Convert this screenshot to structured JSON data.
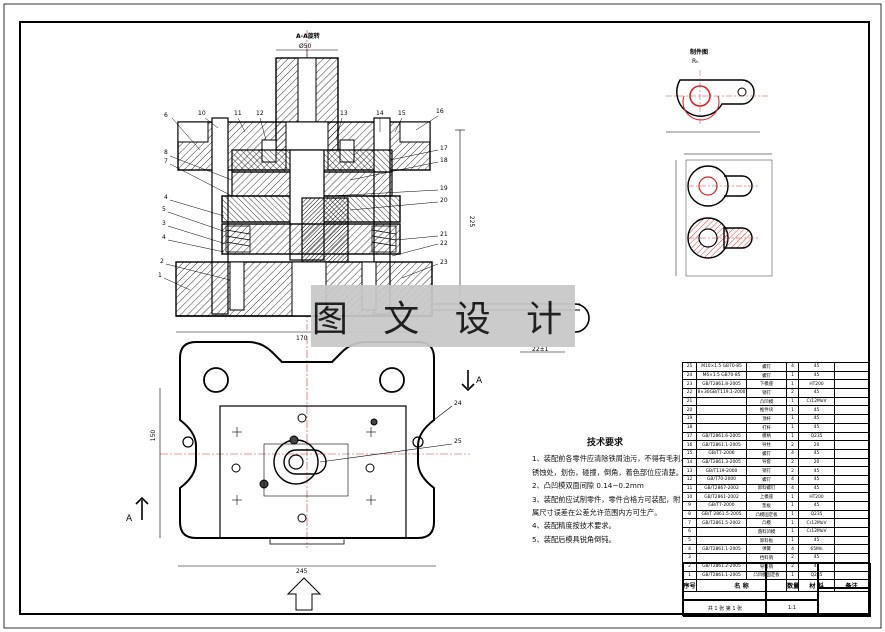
{
  "watermark": "图 文 设 计",
  "section_label": "A-A旋转",
  "view_arrow_label": "A",
  "blank_view": {
    "title": "制件图",
    "subtitle": "Rₕ"
  },
  "tech": {
    "title": "技术要求",
    "items": [
      "1、装配前各零件应清除铁屑油污，不得有毛刺、",
      "  锈蚀处，划伤，碰撞，倒角，着色部位应清楚。",
      "2、凸凹模双面间隙  0.14~0.2mm",
      "3、装配前应试制零件，零件合格方可装配，附",
      "  属尺寸误差在公差允许范围内方可生产。",
      "4、装配精度按技术要求。",
      "5、装配后模具锐角倒钝。"
    ]
  },
  "part_numbers_left": [
    "6",
    "8",
    "7",
    "4",
    "5",
    "3",
    "4",
    "2",
    "1"
  ],
  "part_numbers_top": [
    "10",
    "11",
    "12",
    "13",
    "14",
    "15",
    "16"
  ],
  "part_numbers_right": [
    "17",
    "18",
    "19",
    "20",
    "21",
    "22",
    "23"
  ],
  "plan_callouts": [
    "24",
    "25"
  ],
  "dimensions": {
    "top": "Ø50",
    "height": "225",
    "width_upper": "170",
    "width_lower": "245",
    "plan_height": "150",
    "side": "22±1"
  },
  "bom": {
    "header": [
      "序号",
      "名 称",
      "数量",
      "材 料",
      "备注"
    ],
    "rows": [
      [
        "25",
        "M10×1.5 GB70-85",
        "螺钉",
        "4",
        "45",
        ""
      ],
      [
        "24",
        "M6×1.5 GB70-85",
        "螺钉",
        "1",
        "45",
        ""
      ],
      [
        "23",
        "GB/T2861.8-2005",
        "下模座",
        "1",
        "HT200",
        ""
      ],
      [
        "22",
        "8×30GB/T119.1-2000",
        "销钉",
        "2",
        "45",
        ""
      ],
      [
        "21",
        "",
        "凸凹模",
        "1",
        "Cr12MoV",
        ""
      ],
      [
        "20",
        "",
        "推件块",
        "1",
        "45",
        ""
      ],
      [
        "19",
        "",
        "顶杆",
        "1",
        "45",
        ""
      ],
      [
        "18",
        "",
        "打杆",
        "1",
        "45",
        ""
      ],
      [
        "17",
        "GB/T2861.6-2005",
        "模柄",
        "1",
        "Q235",
        ""
      ],
      [
        "16",
        "GB/T2861.1-2005",
        "导柱",
        "2",
        "20",
        ""
      ],
      [
        "15",
        "GB/T7-2006",
        "螺钉",
        "4",
        "45",
        ""
      ],
      [
        "14",
        "GB/T2861.3-2005",
        "导套",
        "2",
        "20",
        ""
      ],
      [
        "13",
        "GB/T119-2000",
        "销钉",
        "2",
        "45",
        ""
      ],
      [
        "12",
        "GB/T70-2000",
        "螺钉",
        "4",
        "45",
        ""
      ],
      [
        "11",
        "GB/T2867-2002",
        "卸料螺钉",
        "4",
        "45",
        ""
      ],
      [
        "10",
        "GB/T2861-2002",
        "上模座",
        "1",
        "HT200",
        ""
      ],
      [
        "9",
        "GB/T7-2000",
        "垫板",
        "1",
        "45",
        ""
      ],
      [
        "8",
        "GB/T 2861.5-2005",
        "凸模固定板",
        "1",
        "Q235",
        ""
      ],
      [
        "7",
        "GB/T2861.5-2002",
        "凸模",
        "1",
        "Cr12MoV",
        ""
      ],
      [
        "6",
        "",
        "落料凹模",
        "1",
        "Cr12MoV",
        ""
      ],
      [
        "5",
        "",
        "卸料板",
        "1",
        "45",
        ""
      ],
      [
        "4",
        "GB/T2861.1-2005",
        "弹簧",
        "4",
        "65Mn",
        ""
      ],
      [
        "3",
        "",
        "挡料销",
        "2",
        "45",
        ""
      ],
      [
        "2",
        "GB/T2861.2-2005",
        "导料销",
        "2",
        "45",
        ""
      ],
      [
        "1",
        "GB/T2861.1-2005",
        "凸凹模固定板",
        "1",
        "Q235",
        ""
      ]
    ]
  },
  "title_block": {
    "scale": "1:1",
    "weight": "",
    "sheet": "共 1 张  第 1 张"
  }
}
